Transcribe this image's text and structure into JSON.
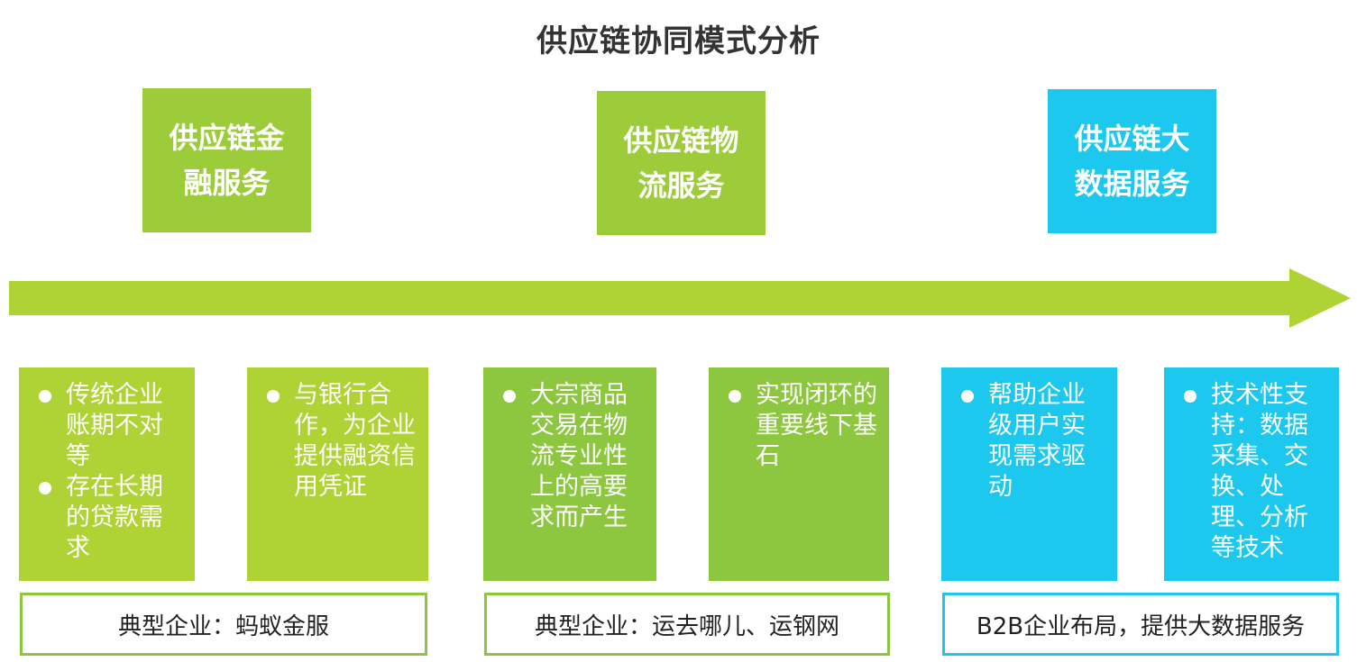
{
  "title": "供应链协同模式分析",
  "colors": {
    "lime": "#AFD234",
    "green": "#8DC63F",
    "blue": "#1CC8EE",
    "arrow": "#AFD234"
  },
  "stages": [
    {
      "heading": "供应链金融服务",
      "cards": [
        {
          "bullets": [
            "传统企业账期不对等",
            "存在长期的贷款需求"
          ]
        },
        {
          "bullets": [
            "与银行合作，为企业提供融资信用凭证"
          ]
        }
      ],
      "example": "典型企业：蚂蚁金服"
    },
    {
      "heading": "供应链物流服务",
      "cards": [
        {
          "bullets": [
            "大宗商品交易在物流专业性上的高要求而产生"
          ]
        },
        {
          "bullets": [
            "实现闭环的重要线下基石"
          ]
        }
      ],
      "example": "典型企业：运去哪儿、运钢网"
    },
    {
      "heading": "供应链大数据服务",
      "cards": [
        {
          "bullets": [
            "帮助企业级用户实现需求驱动"
          ]
        },
        {
          "bullets": [
            "技术性支持：数据采集、交换、处理、分析等技术"
          ]
        }
      ],
      "example": "B2B企业布局，提供大数据服务"
    }
  ]
}
